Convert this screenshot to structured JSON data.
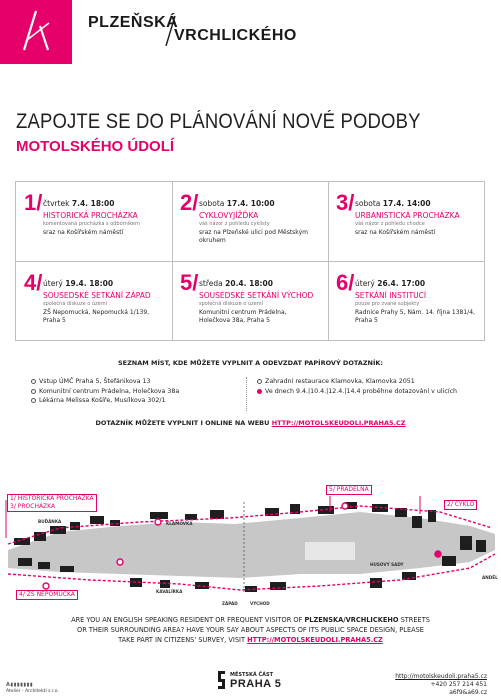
{
  "header": {
    "brand_line1": "PLZEŇSKÁ",
    "brand_line2": "VRCHLICKÉHO"
  },
  "title": {
    "line1": "ZAPOJTE SE DO PLÁNOVÁNÍ NOVÉ PODOBY",
    "line2": "MOTOLSKÉHO ÚDOLÍ"
  },
  "events": [
    {
      "num": "1/",
      "day": "čtvrtek",
      "datetime": "7.4. 18:00",
      "name": "HISTORICKÁ PROCHÁZKA",
      "sub": "komentovaná procházka s odborníkem",
      "place": "sraz na Košířském náměstí"
    },
    {
      "num": "2/",
      "day": "sobota",
      "datetime": "17.4. 10:00",
      "name": "CYKLOVYJÍŽĎKA",
      "sub": "váš názor z pohledu cyklisty",
      "place": "sraz na Plzeňské ulici pod Městským okruhem"
    },
    {
      "num": "3/",
      "day": "sobota",
      "datetime": "17.4. 14:00",
      "name": "URBANISTICKÁ PROCHÁZKA",
      "sub": "váš názor z pohledu chodce",
      "place": "sraz na Košířském náměstí"
    },
    {
      "num": "4/",
      "day": "úterý",
      "datetime": "19.4. 18:00",
      "name": "SOUSEDSKÉ SETKÁNÍ ZÁPAD",
      "sub": "společná diskuze o území",
      "place": "ZŠ Nepomucká, Nepomucká 1/139, Praha 5"
    },
    {
      "num": "5/",
      "day": "středa",
      "datetime": "20.4. 18:00",
      "name": "SOUSEDSKÉ SETKÁNÍ VÝCHOD",
      "sub": "společná diskuze o území",
      "place": "Komunitní centrum Prádelna, Holečkova 38a, Praha 5"
    },
    {
      "num": "6/",
      "day": "úterý",
      "datetime": "26.4. 17:00",
      "name": "SETKÁNÍ INSTITUCÍ",
      "sub": "pouze pro zvané subjekty",
      "place": "Radnice Prahy 5, Nám. 14. října 1381/4, Praha 5"
    }
  ],
  "places": {
    "title": "SEZNAM MÍST, KDE MŮŽETE VYPLNIT A ODEVZDAT PAPÍROVÝ DOTAZNÍK:",
    "left": [
      "Vstup ÚMČ Praha 5, Štefánikova 13",
      "Komunitní centrum Prádelna, Holečkova 38a",
      "Lékárna Melissa Košíře, Musílkova 302/1"
    ],
    "right": [
      "Zahradní restaurace Klamovka, Klamovka 2051",
      "Ve dnech 9.4.|10.4.|12.4.|14.4 proběhne dotazování v ulicích"
    ]
  },
  "web": {
    "text": "DOTAZNÍK MŮŽETE VYPLNIT I ONLINE NA WEBU",
    "url": "HTTP://MOTOLSKEUDOLI.PRAHA5.CZ"
  },
  "map": {
    "labels": {
      "l1": "1/ HISTORICKÁ PROCHÁZKA",
      "l3": "3/ PROCHÁZKA",
      "l5": "5/ PRÁDELNA",
      "l2": "2/ CYKLO",
      "l4": "4/ ZŠ NEPOMUCKÁ"
    },
    "streets": {
      "budanka": "BUĎÁNKA",
      "klamovka": "KLAMOVKA",
      "husovy": "HUSOVY SADY",
      "andel": "ANDĚL",
      "kavalirka": "KAVALÍRKA",
      "zapad": "ZÁPAD",
      "vychod": "VÝCHOD"
    }
  },
  "english": {
    "line1_pre": "ARE YOU AN ENGLISH SPEAKING RESIDENT OR FREQUENT VISITOR OF",
    "line1_bold": "PLZENSKA/VRCHLICKEHO",
    "line1_post": "STREETS",
    "line2": "OR THEIR SURROUNDING AREA? HAVE YOUR SAY ABOUT ASPECTS OF ITS PUBLIC SPACE DESIGN, PLEASE",
    "line3_pre": "TAKE PART IN CITIZENS' SURVEY, VISIT",
    "url": "HTTP://MOTOLSKEUDOLI.PRAHA5.CZ"
  },
  "footer": {
    "firm_mark": "A▮▮▮▮▮▮▮",
    "firm": "Atelier - Architekti s.r.o.",
    "praha_small": "MĚSTSKÁ ČÁST",
    "praha_big": "PRAHA 5",
    "url": "http://motolskeudoli.praha5.cz",
    "phone": "+420 257 214 451",
    "code": "a6f9&a69.cz"
  },
  "colors": {
    "accent": "#e5006a",
    "text": "#231f20",
    "border": "#bfbfbf"
  }
}
